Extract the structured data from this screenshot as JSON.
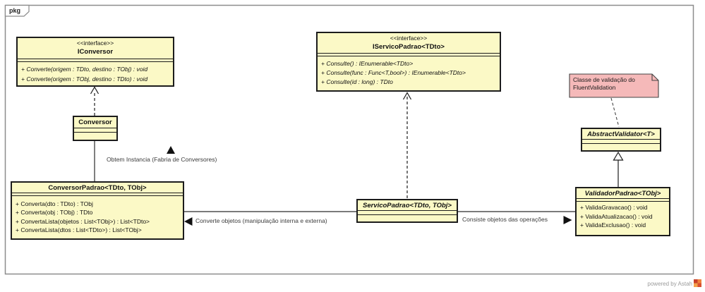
{
  "frame": {
    "tag": "pkg",
    "powered_by": "powered by Astah"
  },
  "colors": {
    "class_fill": "#fbf9c6",
    "note_fill": "#f5b9b9",
    "class_border": "#1c1c1c",
    "frame_border": "#8c8c8c",
    "label_text": "#3b3b3b"
  },
  "labels": {
    "obtem_instancia": "Obtem Instancia (Fabria de Conversores)",
    "converte_objetos": "Converte objetos (manipulação interna e externa)",
    "consiste_objetos": "Consiste objetos das operações"
  },
  "note": {
    "text": "Classe de validação do FluentValidation"
  },
  "classes": {
    "iconversor": {
      "stereotype": "<<interface>>",
      "name": "IConversor",
      "methods": [
        "+ Converte(origem : TDto, destino : TObj) : void",
        "+ Converte(origem : TObj, destino : TDto) : void"
      ]
    },
    "iservicopadrao": {
      "stereotype": "<<interface>>",
      "name": "IServicoPadrao<TDto>",
      "methods": [
        "+ Consulte() : IEnumerable<TDto>",
        "+ Consulte(func : Func<T,bool>) : IEnumerable<TDto>",
        "+ Consulte(id : long) : TDto"
      ]
    },
    "conversor": {
      "name": "Conversor"
    },
    "conversorpadrao": {
      "name": "ConversorPadrao<TDto, TObj>",
      "methods": [
        "+ Converta(dto : TDto) : TObj",
        "+ Converta(obj : TObj) : TDto",
        "+ ConvertaLista(objetos : List<TObj>) : List<TDto>",
        "+ ConvertaLista(dtos : List<TDto>) : List<TObj>"
      ]
    },
    "servicopadrao": {
      "name": "ServicoPadrao<TDto, TObj>"
    },
    "abstractvalidator": {
      "name": "AbstractValidator<T>"
    },
    "validadorpadrao": {
      "name": "ValidadorPadrao<TObj>",
      "methods": [
        "+ ValidaGravacao() : void",
        "+ ValidaAtualizacao() : void",
        "+ ValidaExclusao() : void"
      ]
    }
  }
}
